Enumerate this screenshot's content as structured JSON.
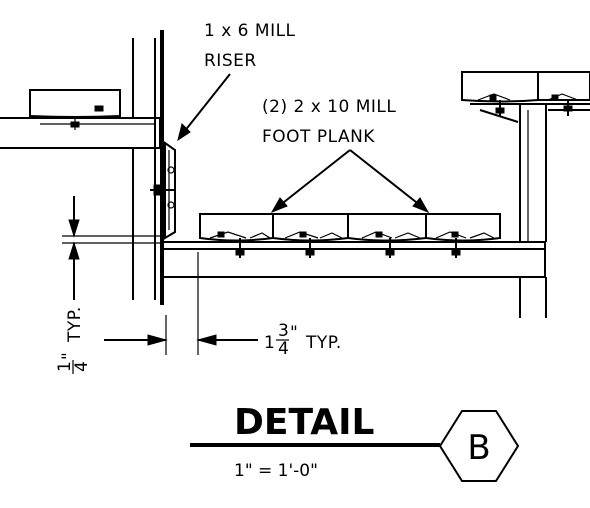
{
  "labels": {
    "riser_line1": "1 x 6 MILL",
    "riser_line2": "RISER",
    "plank_line1": "(2) 2 x 10 MILL",
    "plank_line2": "FOOT PLANK",
    "gap_dim_typ": "TYP.",
    "gap_dim_num": "1",
    "gap_dim_den": "4",
    "gap_dim_inch": "\"",
    "overhang_whole": "1",
    "overhang_num": "3",
    "overhang_den": "4",
    "overhang_inch": "\"",
    "overhang_typ": "TYP."
  },
  "detail": {
    "title": "DETAIL",
    "scale": "1\" = 1'-0\"",
    "marker": "B"
  },
  "colors": {
    "line": "#000000",
    "background": "#ffffff"
  }
}
